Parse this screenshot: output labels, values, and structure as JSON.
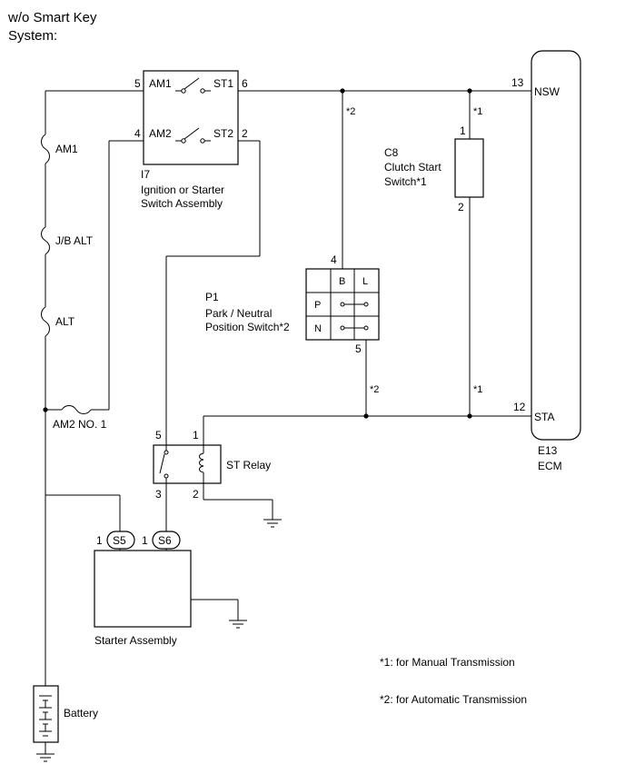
{
  "title_line1": "w/o Smart Key",
  "title_line2": "System:",
  "ignition": {
    "code": "I7",
    "name_line1": "Ignition or Starter",
    "name_line2": "Switch Assembly",
    "pin5": "5",
    "am1": "AM1",
    "st1": "ST1",
    "pin6": "6",
    "pin4": "4",
    "am2": "AM2",
    "st2": "ST2",
    "pin2": "2"
  },
  "fuses": {
    "am1": "AM1",
    "jb_alt": "J/B ALT",
    "alt": "ALT",
    "am2_no1": "AM2 NO. 1"
  },
  "clutch": {
    "code": "C8",
    "name_line1": "Clutch Start",
    "name_line2": "Switch*1",
    "pin1": "1",
    "pin2": "2"
  },
  "pnp": {
    "code": "P1",
    "name_line1": "Park / Neutral",
    "name_line2": "Position Switch*2",
    "pin4": "4",
    "pin5": "5",
    "col_b": "B",
    "col_l": "L",
    "row_p": "P",
    "row_n": "N"
  },
  "ecm": {
    "code": "E13",
    "name": "ECM",
    "pin13": "13",
    "nsw": "NSW",
    "pin12": "12",
    "sta": "STA"
  },
  "relay": {
    "name": "ST Relay",
    "pin5": "5",
    "pin1": "1",
    "pin3": "3",
    "pin2": "2"
  },
  "starter": {
    "name": "Starter Assembly",
    "pin_s5": "1",
    "s5": "S5",
    "pin_s6": "1",
    "s6": "S6"
  },
  "battery": {
    "name": "Battery"
  },
  "marks": {
    "m1a": "*1",
    "m1b": "*1",
    "m2a": "*2",
    "m2b": "*2"
  },
  "notes": {
    "note1": "*1: for Manual Transmission",
    "note2": "*2: for Automatic Transmission"
  }
}
